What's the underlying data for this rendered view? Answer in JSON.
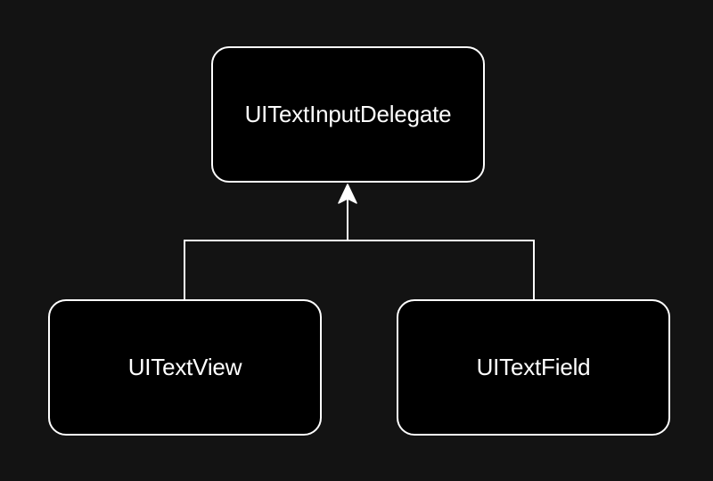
{
  "diagram": {
    "parent": {
      "label": "UITextInputDelegate"
    },
    "children": [
      {
        "label": "UITextView"
      },
      {
        "label": "UITextField"
      }
    ],
    "relationship": "conforms-to",
    "colors": {
      "background": "#131313",
      "node_fill": "#000000",
      "stroke": "#ffffff",
      "text": "#ffffff"
    }
  }
}
